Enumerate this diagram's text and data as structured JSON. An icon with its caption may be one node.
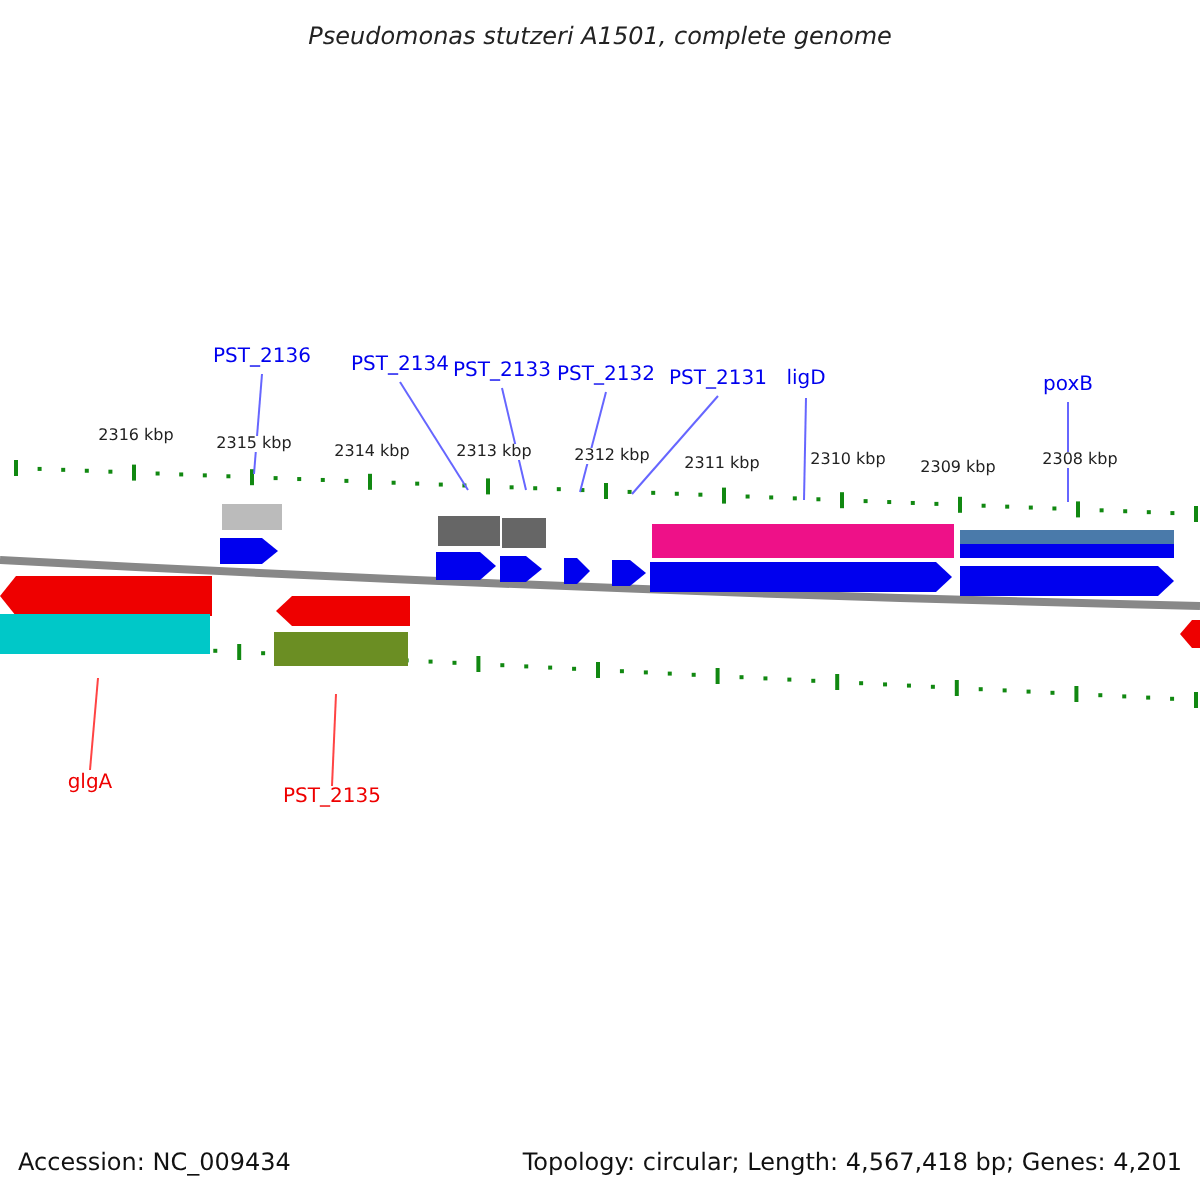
{
  "diagram": {
    "title": "Pseudomonas stutzeri A1501, complete genome",
    "nodes": [
      {
        "text": [
          "PST_2136"
        ]
      },
      {
        "text": [
          "PST_2134"
        ]
      },
      {
        "text": [
          "PST_2133"
        ]
      },
      {
        "text": [
          "PST_2132"
        ]
      },
      {
        "text": [
          "PST_2131"
        ]
      },
      {
        "text": [
          "ligD"
        ]
      },
      {
        "text": [
          "poxB"
        ]
      },
      {
        "text": [
          "glgA"
        ]
      },
      {
        "text": [
          "PST_2135"
        ]
      },
      {
        "text": [],
        "shape": "picture"
      }
    ],
    "edges": [
      {
        "from": 0,
        "to": 9,
        "arrow": "none"
      },
      {
        "from": 1,
        "to": 9,
        "arrow": "none"
      },
      {
        "from": 2,
        "to": 9,
        "arrow": "none"
      },
      {
        "from": 3,
        "to": 9,
        "arrow": "none"
      },
      {
        "from": 4,
        "to": 9,
        "arrow": "none"
      },
      {
        "from": 5,
        "to": 9,
        "arrow": "none"
      },
      {
        "from": 6,
        "to": 9,
        "arrow": "none"
      },
      {
        "from": 7,
        "to": 9,
        "arrow": "none",
        "color": "#ff4444"
      },
      {
        "from": 8,
        "to": 9,
        "arrow": "none",
        "color": "#ff4444"
      }
    ],
    "labels": [
      "2316 kbp",
      "2315 kbp",
      "2314 kbp",
      "2313 kbp",
      "2312 kbp",
      "2311 kbp",
      "2310 kbp",
      "2309 kbp",
      "2308 kbp",
      "Accession: NC_009434",
      "Topology: circular; Length: 4,567,418 bp; Genes: 4,201"
    ]
  }
}
